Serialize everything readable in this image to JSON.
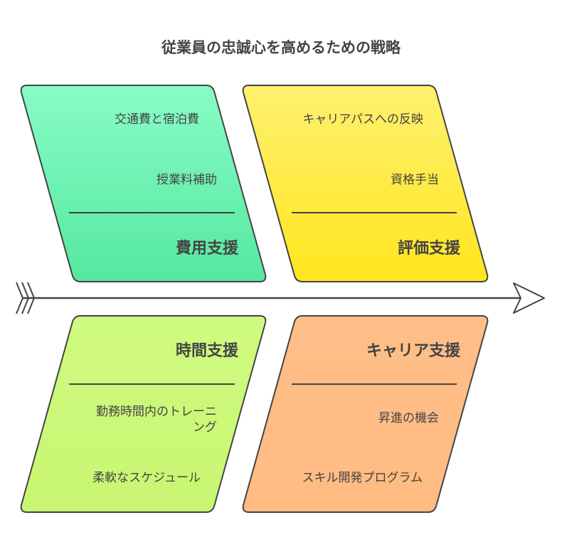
{
  "title": "従業員の忠誠心を高めるための戦略",
  "categories": [
    {
      "name": "費用支援",
      "color": "#6ef2b2",
      "items": [
        "交通費と宿泊費",
        "授業料補助"
      ]
    },
    {
      "name": "評価支援",
      "color": "#ffeb45",
      "items": [
        "キャリアパスへの反映",
        "資格手当"
      ]
    },
    {
      "name": "時間支援",
      "color": "#ccf87a",
      "items": [
        "勤務時間内のトレーニ",
        "ング",
        "柔軟なスケジュール"
      ]
    },
    {
      "name": "キャリア支援",
      "color": "#ffbd86",
      "items": [
        "昇進の機会",
        "スキル開発プログラム"
      ]
    }
  ]
}
